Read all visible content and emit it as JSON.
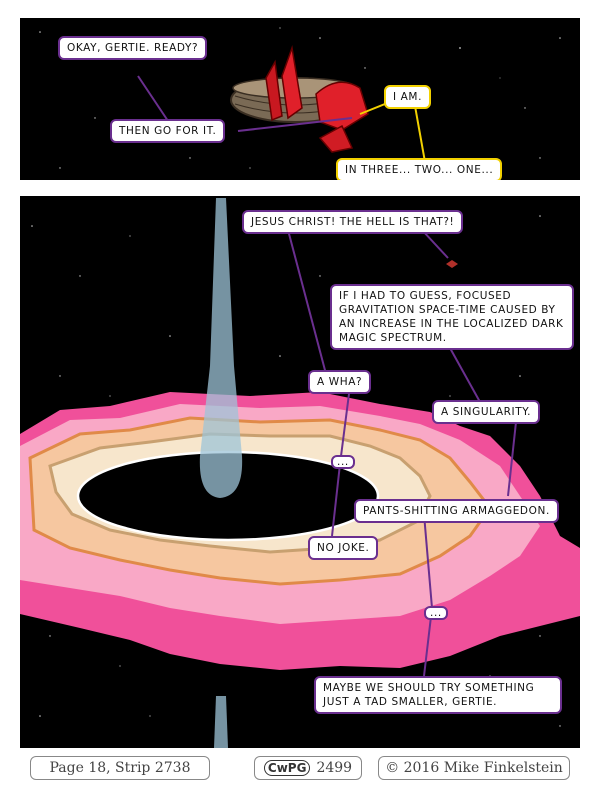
{
  "panel_1": {
    "balloons": {
      "okay_gertie": "Okay, Gertie. Ready?",
      "i_am": "I am.",
      "go_for_it": "Then go for it.",
      "countdown": "In three... two... one..."
    }
  },
  "panel_2": {
    "balloons": {
      "jesus": "Jesus Christ! The hell is that?!",
      "guess": "If I had to guess, focused gravitation space-time caused by an increase in the localized dark magic spectrum.",
      "a_wha": "A wha?",
      "singularity": "A singularity.",
      "ellipsis_1": "...",
      "pants": "Pants-shitting armaggedon.",
      "no_joke": "No joke.",
      "ellipsis_2": "...",
      "smaller": "Maybe we should try something just a tad smaller, Gertie."
    }
  },
  "footer": {
    "page_strip": "Page 18, Strip 2738",
    "logo_text": "CwPG",
    "logo_number": "2499",
    "copyright": "© 2016 Mike Finkelstein"
  },
  "colors": {
    "balloon_border_purple": "#6a2f8f",
    "balloon_border_yellow": "#f2d100",
    "space": "#000000",
    "ship_sail": "#e0202a",
    "disk_pink": "#f0509a",
    "disk_peach": "#f6c7a0"
  }
}
